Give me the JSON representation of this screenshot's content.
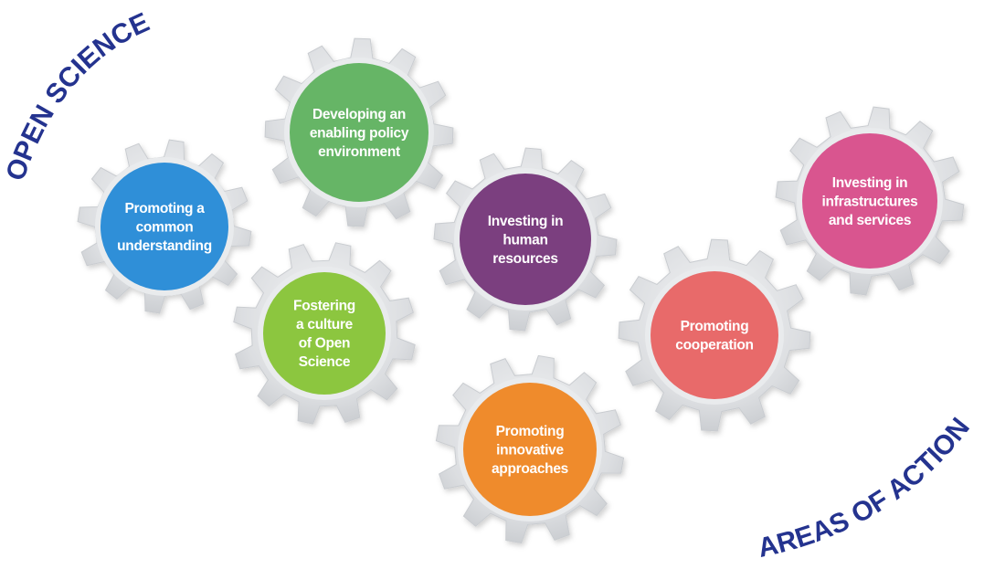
{
  "titles": {
    "top_left": "OPEN SCIENCE",
    "bottom_right": "AREAS OF ACTION"
  },
  "colors": {
    "title": "#24338f",
    "gear": "#dfe1e4"
  },
  "gears": [
    {
      "id": "common-understanding",
      "lines": [
        "Promoting a",
        "common",
        "understanding"
      ],
      "color": "#2f8fd8"
    },
    {
      "id": "policy-environment",
      "lines": [
        "Developing an",
        "enabling policy",
        "environment"
      ],
      "color": "#66b566"
    },
    {
      "id": "culture-open-science",
      "lines": [
        "Fostering",
        "a culture",
        "of Open",
        "Science"
      ],
      "color": "#8cc63f"
    },
    {
      "id": "human-resources",
      "lines": [
        "Investing in",
        "human",
        "resources"
      ],
      "color": "#7b3f7f"
    },
    {
      "id": "innovative-approaches",
      "lines": [
        "Promoting",
        "innovative",
        "approaches"
      ],
      "color": "#ef8b2c"
    },
    {
      "id": "cooperation",
      "lines": [
        "Promoting",
        "cooperation"
      ],
      "color": "#e86a6a"
    },
    {
      "id": "infrastructures-services",
      "lines": [
        "Investing in",
        "infrastructures",
        "and services"
      ],
      "color": "#d9558f"
    }
  ]
}
